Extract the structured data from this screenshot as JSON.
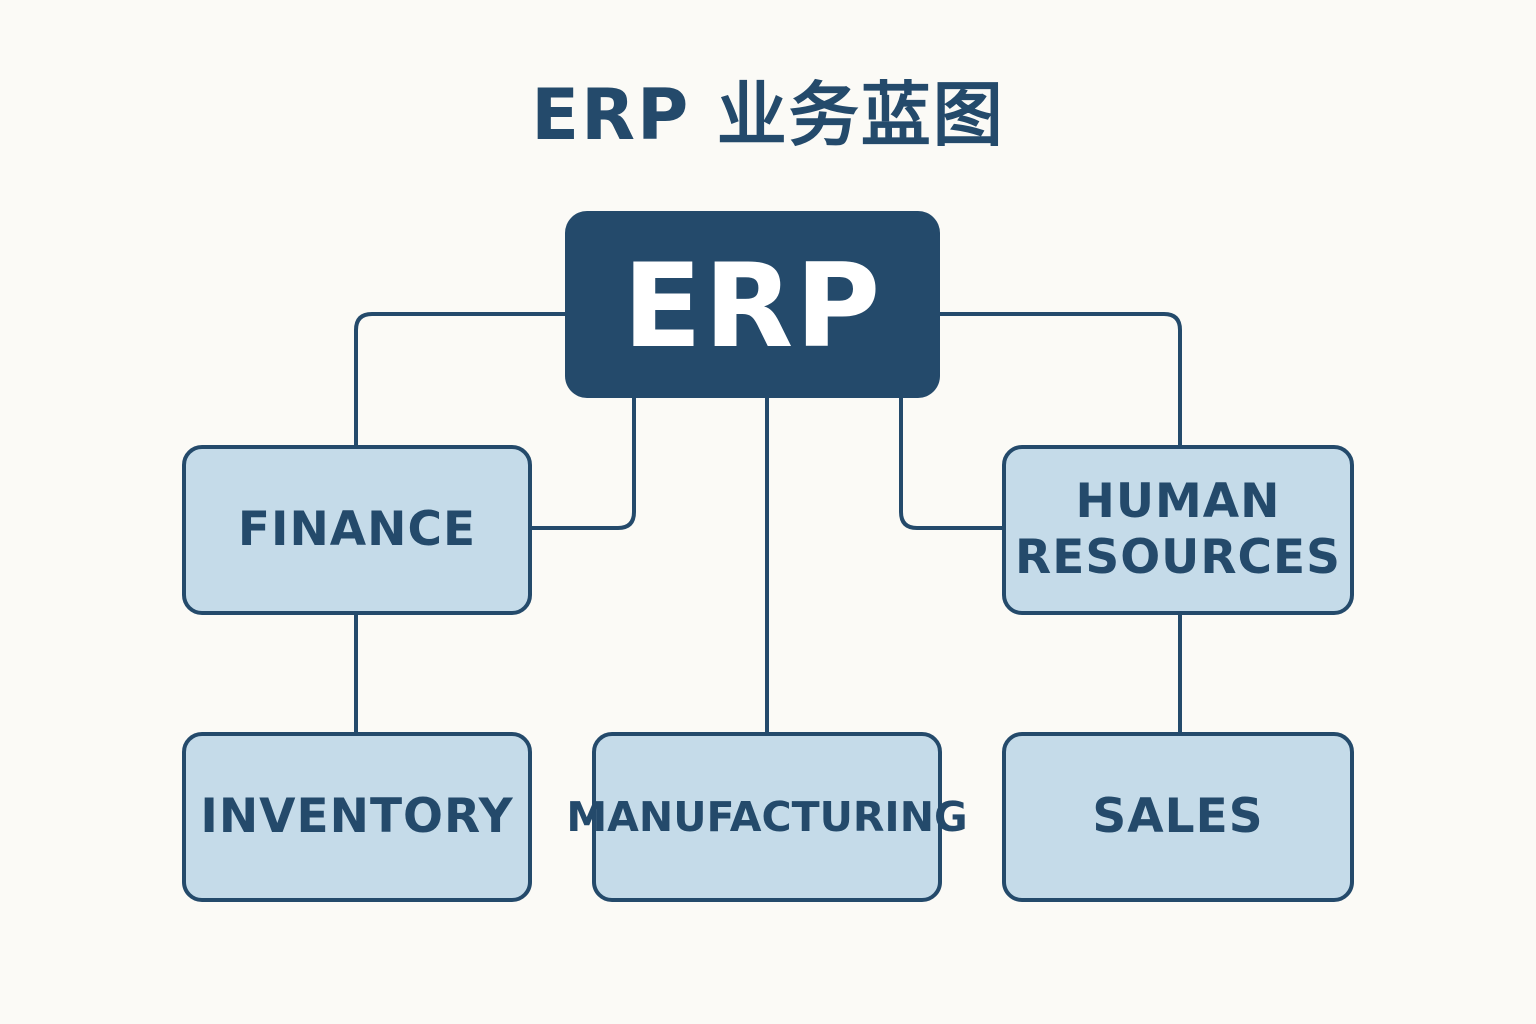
{
  "title": "ERP 业务蓝图",
  "colors": {
    "background": "#fbfaf6",
    "primary": "#244a6b",
    "node_fill": "#c5dbe9",
    "root_text": "#ffffff"
  },
  "nodes": {
    "root": {
      "label": "ERP"
    },
    "finance": {
      "label": "FINANCE"
    },
    "hr": {
      "label_line1": "HUMAN",
      "label_line2": "RESOURCES"
    },
    "inventory": {
      "label": "INVENTORY"
    },
    "manufacturing": {
      "label": "MANUFACTURING"
    },
    "sales": {
      "label": "SALES"
    }
  },
  "edges": [
    {
      "from": "root",
      "to": "finance"
    },
    {
      "from": "root",
      "to": "hr"
    },
    {
      "from": "root",
      "to": "manufacturing"
    },
    {
      "from": "finance",
      "to": "inventory"
    },
    {
      "from": "hr",
      "to": "sales"
    }
  ]
}
